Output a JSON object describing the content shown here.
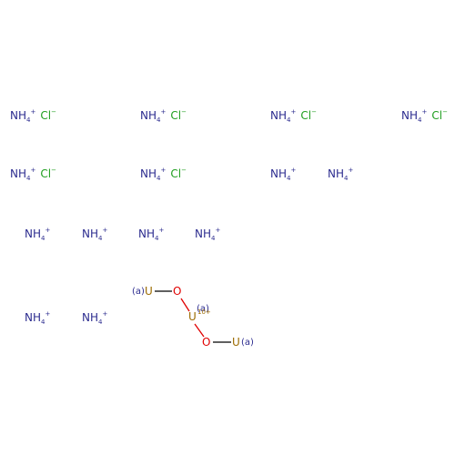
{
  "ions": {
    "ammonium": {
      "symbol": "NH",
      "sub": "4",
      "charge": "+"
    },
    "chloride": {
      "symbol": "Cl",
      "charge": "−"
    }
  },
  "structure": {
    "uranium_symbol": "U",
    "oxygen_symbol": "O",
    "attachment_label": "(a)",
    "central_charge": "10+"
  },
  "colors": {
    "nitrogen": "#2c2c8f",
    "chlorine": "#1f9e1f",
    "oxygen": "#e00000",
    "uranium": "#9c6b00"
  }
}
